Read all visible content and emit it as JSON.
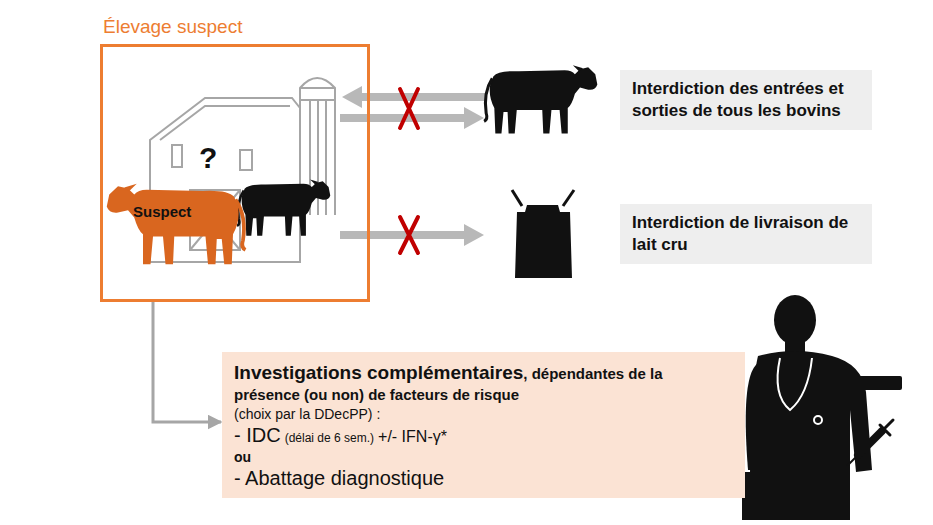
{
  "diagram": {
    "nodes": [
      {
        "text": [
          "Élevage suspect"
        ]
      },
      {
        "text": [
          "Suspect"
        ],
        "in": 0
      },
      {
        "text": [
          "Interdiction des entrées et sorties de tous les bovins"
        ]
      },
      {
        "text": [
          "Interdiction de livraison de lait cru"
        ]
      },
      {
        "text": [
          "Investigations complémentaires",
          ", dépendantes de la présence (ou non) de facteurs de risque",
          "(choix par la DDecPP) :",
          "- IDC",
          "(délai de 6 sem.)",
          "+/- IFN-γ*",
          "ou",
          "- Abattage diagnostique"
        ]
      }
    ],
    "edges": [
      {
        "from": 0,
        "to": 4,
        "arrow": "to"
      }
    ],
    "labels": [
      "?"
    ]
  }
}
